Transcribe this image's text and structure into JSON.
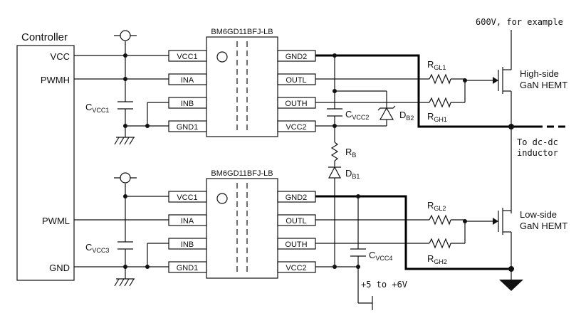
{
  "controller": {
    "title": "Controller",
    "pins": {
      "vcc": "VCC",
      "pwmh": "PWMH",
      "pwml": "PWML",
      "gnd": "GND"
    }
  },
  "ic_high": {
    "part": "BM6GD11BFJ-LB",
    "left": [
      "VCC1",
      "INA",
      "INB",
      "GND1"
    ],
    "right": [
      "GND2",
      "OUTL",
      "OUTH",
      "VCC2"
    ]
  },
  "ic_low": {
    "part": "BM6GD11BFJ-LB",
    "left": [
      "VCC1",
      "INA",
      "INB",
      "GND1"
    ],
    "right": [
      "GND2",
      "OUTL",
      "OUTH",
      "VCC2"
    ]
  },
  "components": {
    "cvcc1": {
      "main": "C",
      "sub": "VCC1"
    },
    "cvcc2": {
      "main": "C",
      "sub": "VCC2"
    },
    "cvcc3": {
      "main": "C",
      "sub": "VCC3"
    },
    "cvcc4": {
      "main": "C",
      "sub": "VCC4"
    },
    "db2": {
      "main": "D",
      "sub": "B2"
    },
    "rb": {
      "main": "R",
      "sub": "B"
    },
    "db1": {
      "main": "D",
      "sub": "B1"
    },
    "rgl1": {
      "main": "R",
      "sub": "GL1"
    },
    "rgh1": {
      "main": "R",
      "sub": "GH1"
    },
    "rgl2": {
      "main": "R",
      "sub": "GL2"
    },
    "rgh2": {
      "main": "R",
      "sub": "GH2"
    }
  },
  "labels": {
    "high_voltage": "600V, for example",
    "high_side": [
      "High-side",
      "GaN HEMT"
    ],
    "low_side": [
      "Low-side",
      "GaN HEMT"
    ],
    "output": [
      "To dc-dc",
      "inductor"
    ],
    "supply": "+5 to +6V"
  }
}
